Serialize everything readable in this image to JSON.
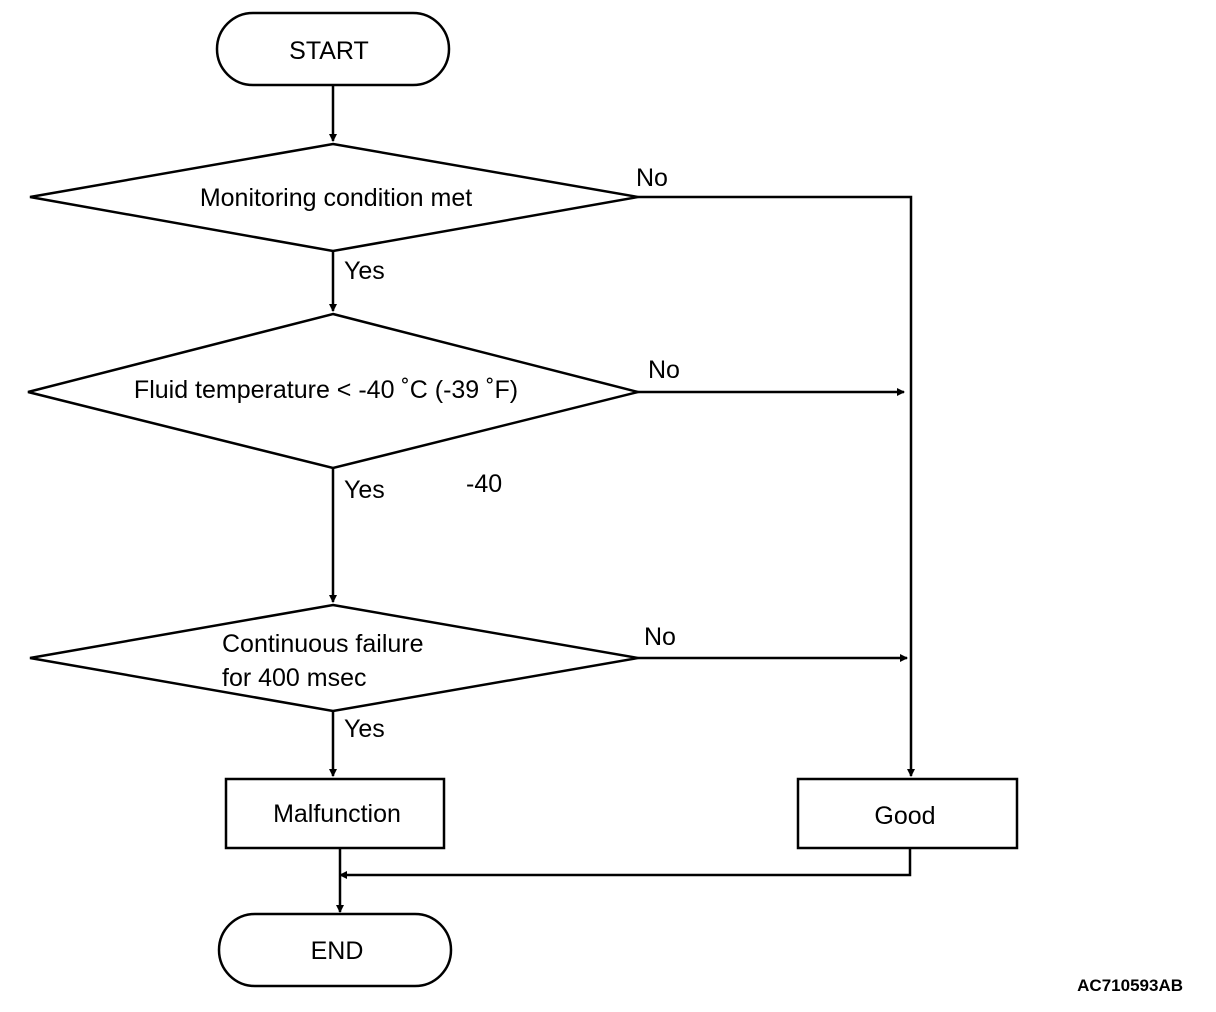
{
  "diagram": {
    "nodes": {
      "start": "START",
      "check_monitoring": "Monitoring condition met",
      "check_fluid_temp": "Fluid temperature < -40 ˚C (-39 ˚F)",
      "check_failure_line1": "Continuous failure",
      "check_failure_line2": "for 400 msec",
      "malfunction": "Malfunction",
      "good": "Good",
      "end": "END"
    },
    "edge_labels": {
      "monitoring_no": "No",
      "monitoring_yes": "Yes",
      "fluid_no": "No",
      "fluid_yes": "Yes",
      "fluid_note": "-40",
      "failure_no": "No",
      "failure_yes": "Yes"
    },
    "figure_code": "AC710593AB"
  }
}
